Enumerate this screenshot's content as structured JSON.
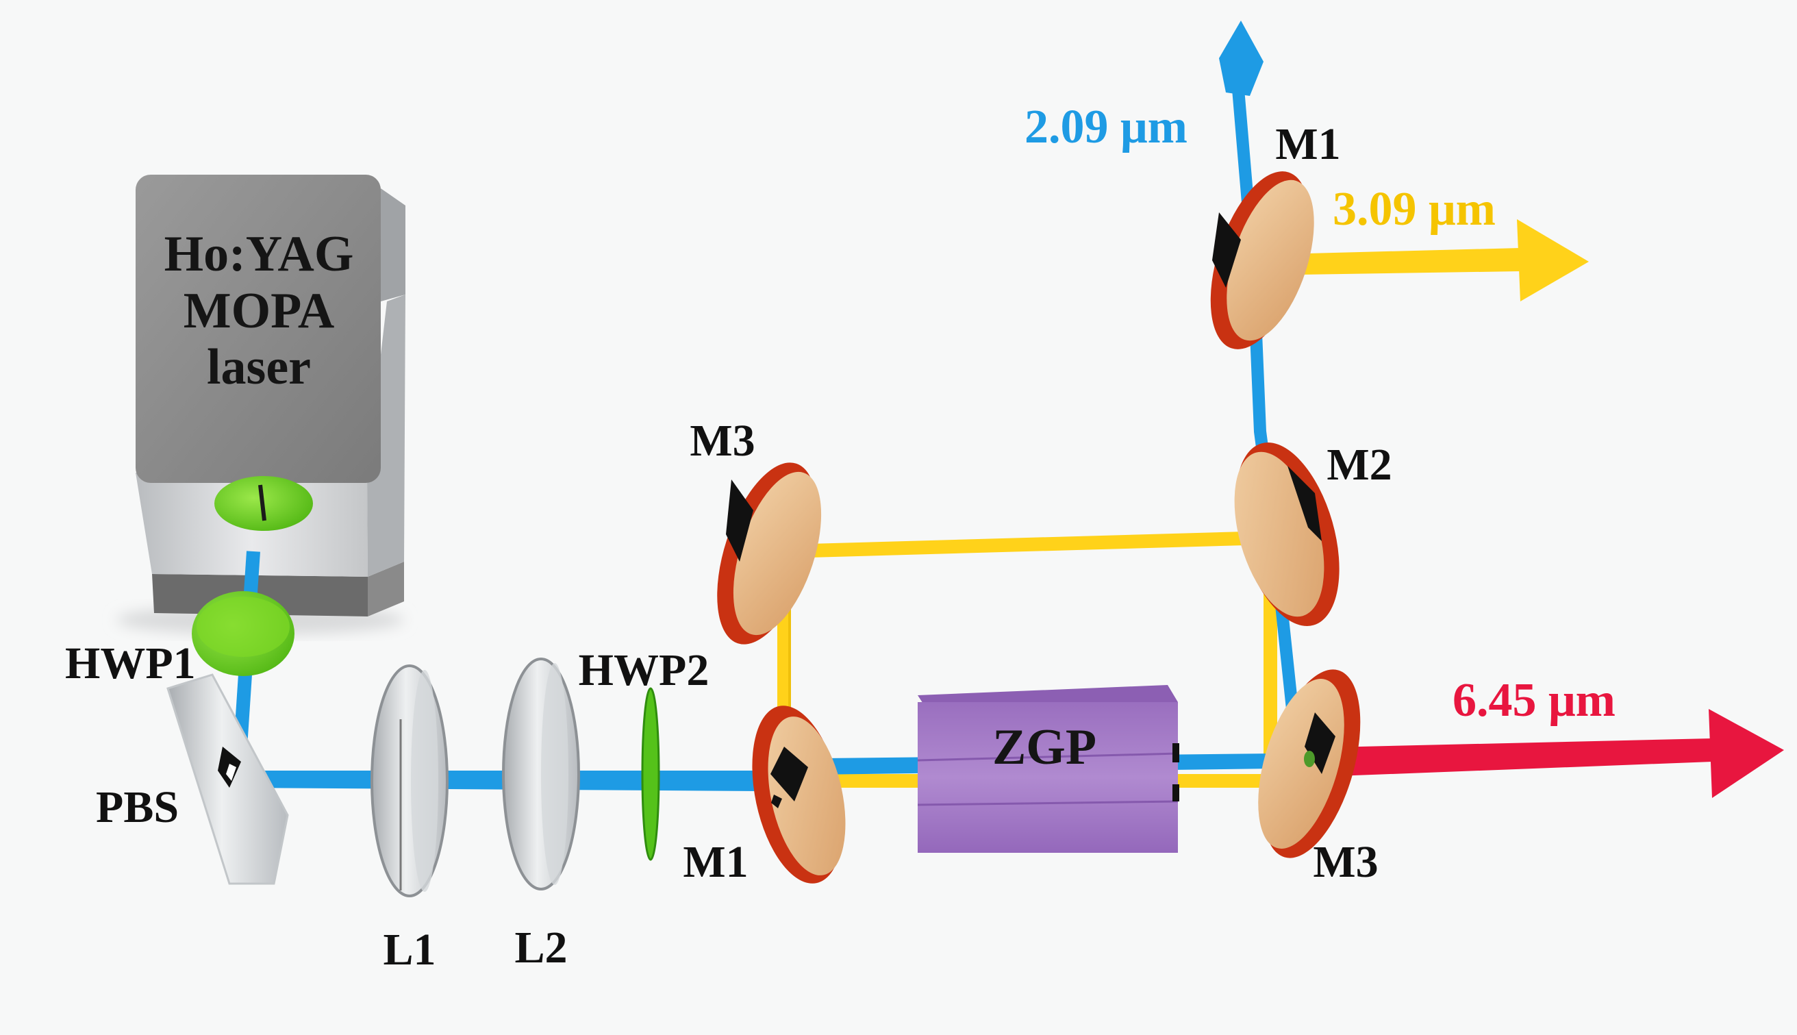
{
  "laser": {
    "lines": [
      "Ho:YAG",
      "MOPA",
      "laser"
    ]
  },
  "components": {
    "hwp1": "HWP1",
    "hwp2": "HWP2",
    "pbs": "PBS",
    "l1": "L1",
    "l2": "L2",
    "crystal": "ZGP",
    "m1_lower": "M1",
    "m3_lower": "M3",
    "m3_upper": "M3",
    "m2": "M2",
    "m1_upper": "M1"
  },
  "outputs": {
    "pump": "2.09 μm",
    "signal": "3.09 μm",
    "idler": "6.45 μm"
  },
  "colors": {
    "pump_beam": "#1e9be4",
    "signal_beam": "#ffd21a",
    "idler_beam": "#e8163f",
    "crystal": "#a77bc6",
    "mirror_rim": "#d63a16",
    "mirror_face": "#e6b888",
    "waveplate": "#6fd11e",
    "laser_top": "#8d8d8d",
    "laser_body": "#d2d4d6"
  }
}
